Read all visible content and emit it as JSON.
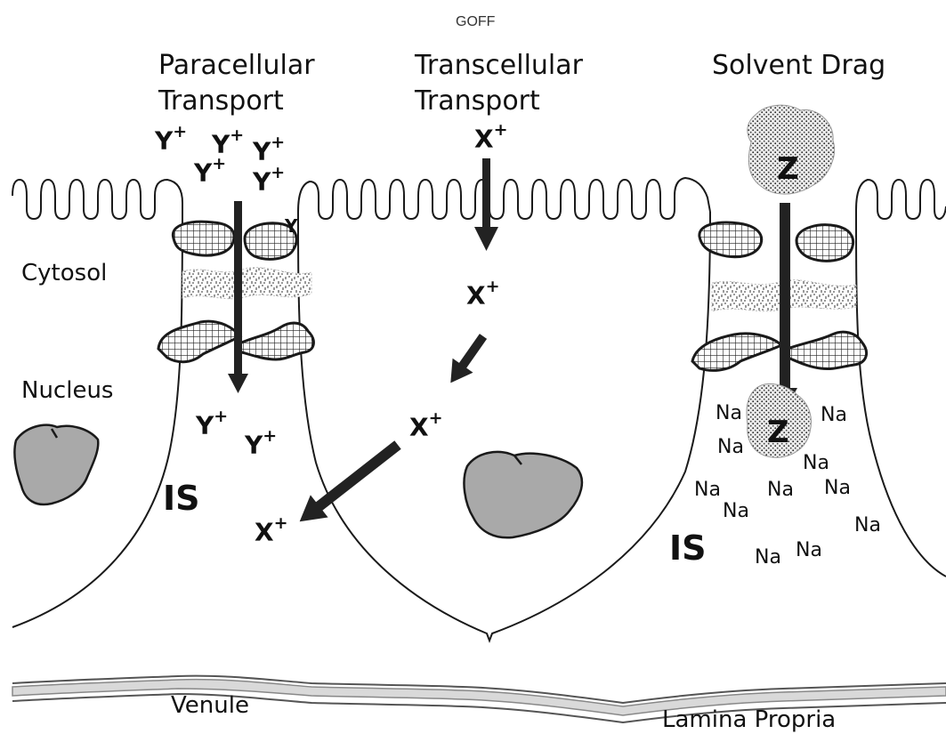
{
  "header": "GOFF",
  "headings": {
    "paracellular": [
      "Paracellular",
      "Transport"
    ],
    "transcellular": [
      "Transcellular",
      "Transport"
    ],
    "solvent": "Solvent Drag"
  },
  "side_labels": {
    "cytosol": "Cytosol",
    "nucleus": "Nucleus"
  },
  "ions": {
    "y": "Y",
    "x": "X",
    "charge": "+",
    "partial_y": "Y"
  },
  "solute": "Z",
  "sodium": "Na",
  "interstitial_space": "IS",
  "bottom_labels": {
    "venule": "Venule",
    "lamina": "Lamina Propria"
  },
  "colors": {
    "nucleus_fill": "#a9a9a9",
    "line": "#1a1a1a",
    "arrow": "#222222",
    "vessel": "#c9c9c9"
  }
}
